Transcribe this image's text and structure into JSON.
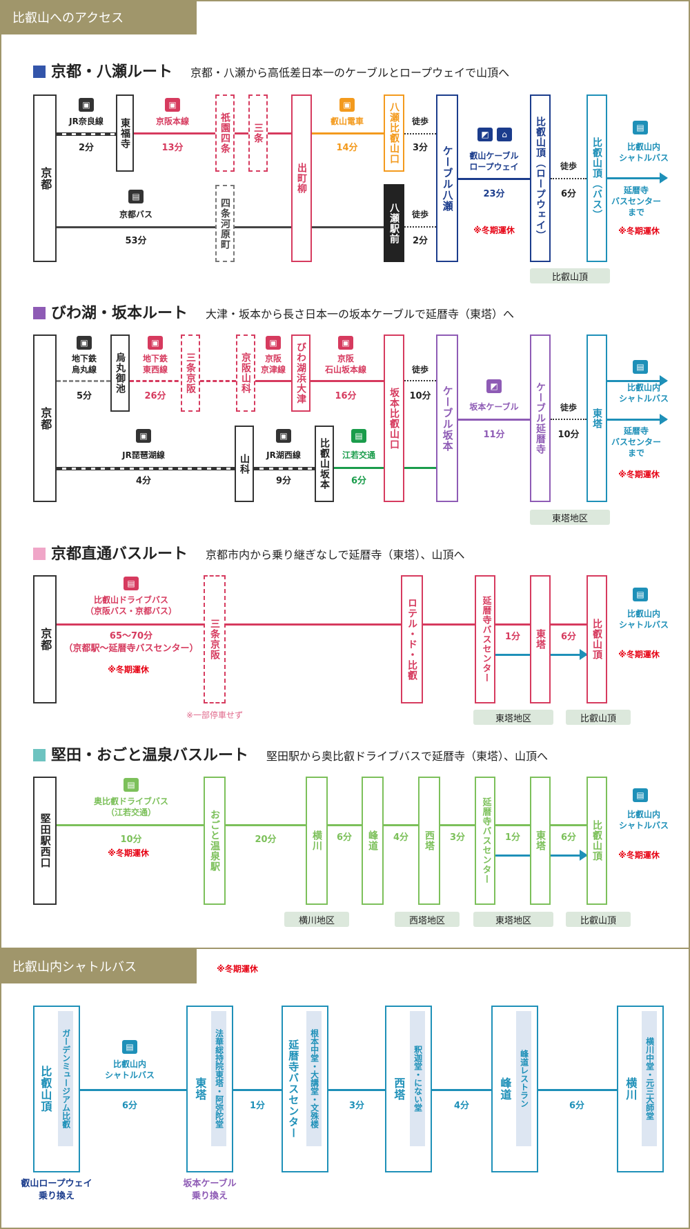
{
  "section1": {
    "tab": "比叡山へのアクセス",
    "routes": [
      {
        "title": "京都・八瀬ルート",
        "desc": "京都・八瀬から高低差日本一のケーブルとロープウェイで山頂へ",
        "color": "#3355aa",
        "origin": "京都",
        "stations": [
          "東福寺",
          "祇園四条",
          "三条",
          "出町柳",
          "八瀬比叡山口",
          "八瀬駅前",
          "ケーブル八瀬",
          "比叡山頂（ロープウェイ）",
          "比叡山頂（バス）",
          "四条河原町"
        ],
        "lines": [
          {
            "name": "JR奈良線",
            "time": "2分"
          },
          {
            "name": "京阪本線",
            "time": "13分"
          },
          {
            "name": "叡山電車",
            "time": "14分"
          },
          {
            "name": "京都バス",
            "time": "53分"
          },
          {
            "name": "叡山ケーブル\nロープウェイ",
            "time": "23分"
          }
        ],
        "walk": [
          "徒歩",
          "3分",
          "徒歩",
          "2分",
          "徒歩",
          "6分"
        ],
        "shuttle": "比叡山内\nシャトルバス",
        "bus_center": "延暦寺\nバスセンター\nまで",
        "winter": "※冬期運休",
        "area": "比叡山頂"
      },
      {
        "title": "びわ湖・坂本ルート",
        "desc": "大津・坂本から長さ日本一の坂本ケーブルで延暦寺（東塔）へ",
        "color": "#8e5bb5",
        "origin": "京都",
        "stations": [
          "烏丸御池",
          "三条京阪",
          "京阪山科",
          "びわ湖浜大津",
          "坂本比叡山口",
          "ケーブル坂本",
          "ケーブル延暦寺",
          "東塔",
          "山科",
          "比叡山坂本"
        ],
        "lines": [
          {
            "name": "地下鉄\n烏丸線",
            "time": "5分"
          },
          {
            "name": "地下鉄\n東西線",
            "time": "26分"
          },
          {
            "name": "京阪\n京津線",
            "time": ""
          },
          {
            "name": "京阪\n石山坂本線",
            "time": "16分"
          },
          {
            "name": "JR琵琶湖線",
            "time": "4分"
          },
          {
            "name": "JR湖西線",
            "time": "9分"
          },
          {
            "name": "江若交通",
            "time": "6分"
          },
          {
            "name": "坂本ケーブル",
            "time": "11分"
          }
        ],
        "walk": [
          "徒歩",
          "10分",
          "徒歩",
          "10分"
        ],
        "shuttle": "比叡山内\nシャトルバス",
        "bus_center": "延暦寺\nバスセンター\nまで",
        "winter": "※冬期運休",
        "area": "東塔地区"
      },
      {
        "title": "京都直通バスルート",
        "desc": "京都市内から乗り継ぎなしで延暦寺（東塔）、山頂へ",
        "color": "#f0a6c8",
        "origin": "京都",
        "bus": "比叡山ドライブバス\n（京阪バス・京都バス）",
        "time": "65〜70分\n（京都駅〜延暦寺バスセンター）",
        "winter": "※冬期運休",
        "stations": [
          "三条京阪",
          "ロテル・ド・比叡",
          "延暦寺バスセンター",
          "東塔",
          "比叡山頂"
        ],
        "no_stop": "※一部停車せず",
        "times": [
          "1分",
          "6分"
        ],
        "shuttle": "比叡山内\nシャトルバス",
        "areas": [
          "東塔地区",
          "比叡山頂"
        ]
      },
      {
        "title": "堅田・おごと温泉バスルート",
        "desc": "堅田駅から奥比叡ドライブバスで延暦寺（東塔）、山頂へ",
        "color": "#6dc3c0",
        "origin": "堅田駅西口",
        "bus": "奥比叡ドライブバス\n（江若交通）",
        "time": "10分",
        "winter": "※冬期運休",
        "stations": [
          "おごと温泉駅",
          "横川",
          "峰道",
          "西塔",
          "延暦寺バスセンター",
          "東塔",
          "比叡山頂"
        ],
        "times": [
          "20分",
          "6分",
          "4分",
          "3分",
          "1分",
          "6分"
        ],
        "shuttle": "比叡山内\nシャトルバス",
        "areas": [
          "横川地区",
          "西塔地区",
          "東塔地区",
          "比叡山頂"
        ]
      }
    ]
  },
  "section2": {
    "tab": "比叡山内シャトルバス",
    "winter": "※冬期運休",
    "stops": [
      {
        "name": "比叡山頂",
        "sub": "ガーデンミュージアム比叡",
        "note": "叡山ロープウェイ\n乗り換え"
      },
      {
        "name": "東塔",
        "sub": "法華総持院東塔・阿弥陀堂",
        "note": "坂本ケーブル\n乗り換え"
      },
      {
        "name": "延暦寺バスセンター",
        "sub": "根本中堂・大講堂・文殊楼",
        "note": ""
      },
      {
        "name": "西塔",
        "sub": "釈迦堂・にない堂",
        "note": ""
      },
      {
        "name": "峰道",
        "sub": "峰道レストラン",
        "note": ""
      },
      {
        "name": "横川",
        "sub": "横川中堂・元三大師堂",
        "note": ""
      }
    ],
    "bus": "比叡山内\nシャトルバス",
    "times": [
      "6分",
      "1分",
      "3分",
      "4分",
      "6分"
    ]
  }
}
